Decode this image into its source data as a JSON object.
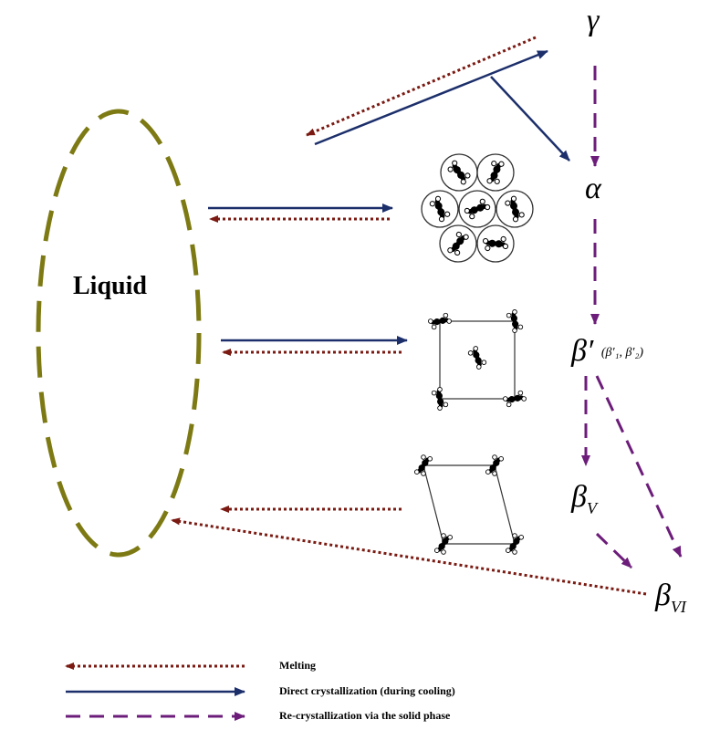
{
  "liquid_label": "Liquid",
  "phases": {
    "gamma": "γ",
    "alpha": "α",
    "beta_prime": "β′",
    "beta_prime_sub": "(β′₁, β′₂)",
    "beta_v_base": "β",
    "beta_v_sub": "V",
    "beta_vi_base": "β",
    "beta_vi_sub": "VI"
  },
  "legend": {
    "melting": "Melting",
    "direct": "Direct crystallization (during cooling)",
    "recryst": "Re-crystallization via the solid phase"
  },
  "colors": {
    "liquid_ellipse": "#7d7a14",
    "melting": "#7a1a12",
    "direct": "#1c2f6b",
    "recryst": "#6c1d7a"
  }
}
